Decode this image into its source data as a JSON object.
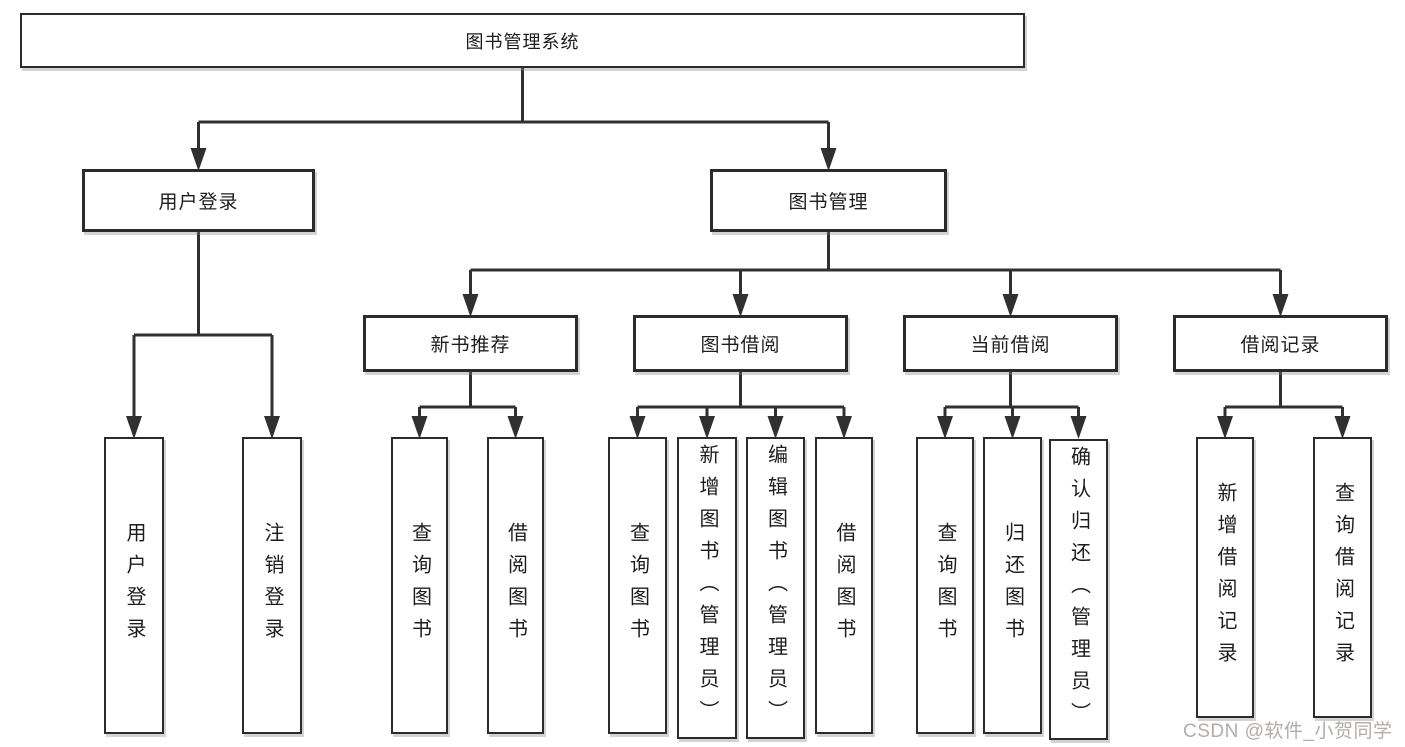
{
  "colors": {
    "line": "#303030",
    "box_border": "#2b2b2b",
    "text": "#1d1d1d",
    "watermark": "#b5abab"
  },
  "tree": {
    "label": "图书管理系统",
    "children": [
      {
        "label": "用户登录",
        "children": [
          {
            "label": "用户登录"
          },
          {
            "label": "注销登录"
          }
        ]
      },
      {
        "label": "图书管理",
        "children": [
          {
            "label": "新书推荐",
            "children": [
              {
                "label": "查询图书"
              },
              {
                "label": "借阅图书"
              }
            ]
          },
          {
            "label": "图书借阅",
            "children": [
              {
                "label": "查询图书"
              },
              {
                "label": "新增图书（管理员）"
              },
              {
                "label": "编辑图书（管理员）"
              },
              {
                "label": "借阅图书"
              }
            ]
          },
          {
            "label": "当前借阅",
            "children": [
              {
                "label": "查询图书"
              },
              {
                "label": "归还图书"
              },
              {
                "label": "确认归还（管理员）"
              }
            ]
          },
          {
            "label": "借阅记录",
            "children": [
              {
                "label": "新增借阅记录"
              },
              {
                "label": "查询借阅记录"
              }
            ]
          }
        ]
      }
    ]
  },
  "watermark": {
    "text": "CSDN @软件_小贺同学"
  }
}
